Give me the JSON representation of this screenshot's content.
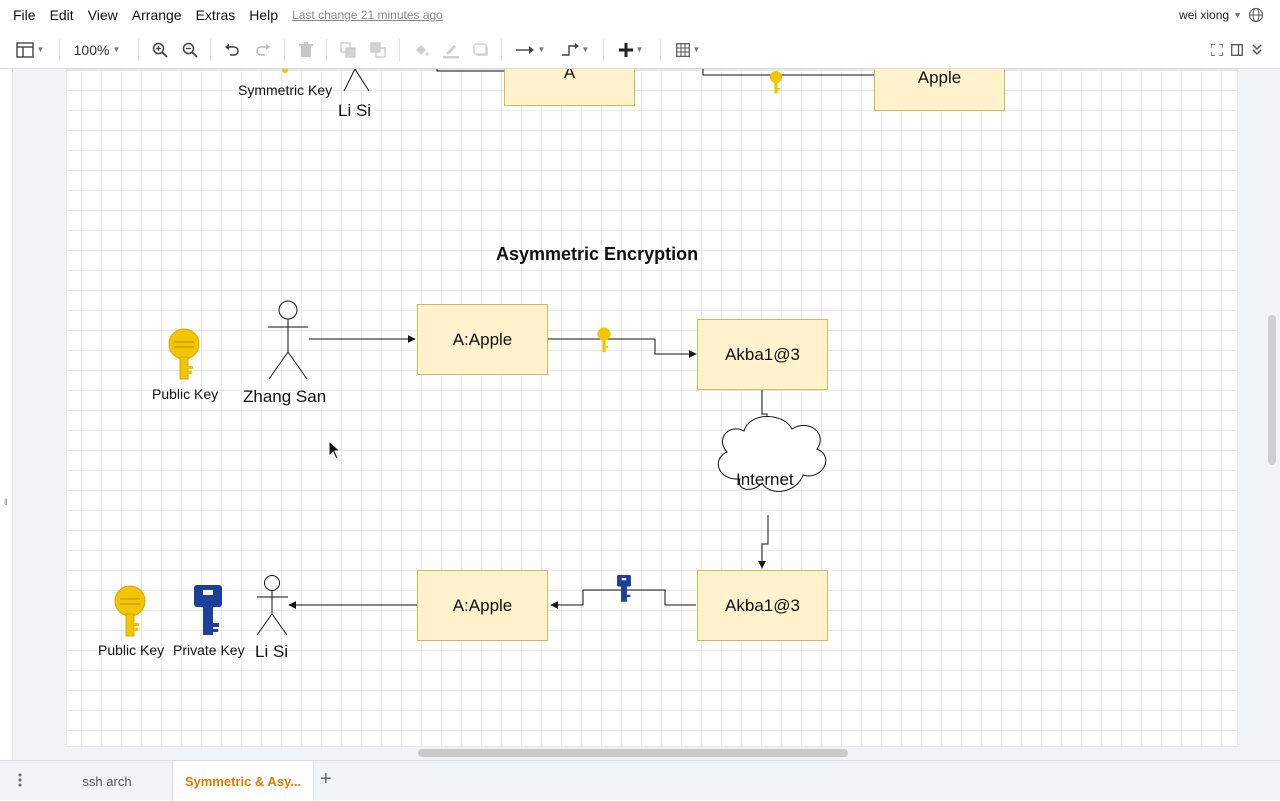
{
  "menubar": {
    "items": [
      "File",
      "Edit",
      "View",
      "Arrange",
      "Extras",
      "Help"
    ],
    "last_change": "Last change 21 minutes ago",
    "user_name": "wei xiong"
  },
  "toolbar": {
    "zoom": "100%"
  },
  "diagram": {
    "top_section": {
      "symmetric_key_label": "Symmetric Key",
      "li_si_label": "Li Si",
      "box_a_label": "A",
      "box_apple_label": "Apple"
    },
    "title": "Asymmetric Encryption",
    "sender": {
      "public_key_label": "Public Key",
      "name": "Zhang San"
    },
    "boxes": {
      "plain_top": "A:Apple",
      "cipher_top": "Akba1@3",
      "cipher_bottom": "Akba1@3",
      "plain_bottom": "A:Apple"
    },
    "cloud_label": "Internet",
    "receiver": {
      "public_key_label": "Public Key",
      "private_key_label": "Private Key",
      "name": "Li Si"
    },
    "colors": {
      "box_fill": "#fff2cc",
      "box_stroke": "#d6b656",
      "public_key": "#f2c500",
      "private_key": "#1b3f9a"
    }
  },
  "tabs": {
    "items": [
      "ssh arch",
      "Symmetric & Asy..."
    ],
    "active_index": 1
  }
}
